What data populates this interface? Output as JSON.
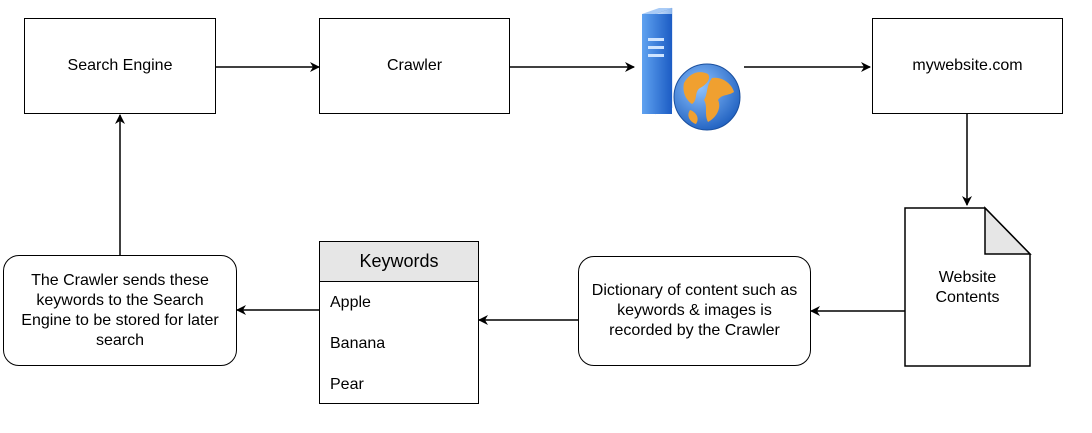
{
  "nodes": {
    "search_engine": "Search Engine",
    "crawler": "Crawler",
    "website": "mywebsite.com",
    "website_contents_line1": "Website",
    "website_contents_line2": "Contents",
    "dictionary": "Dictionary of content such as keywords & images is recorded by the Crawler",
    "crawler_sends": "The Crawler sends these keywords to the Search Engine to be stored for later search"
  },
  "keywords": {
    "title": "Keywords",
    "items": [
      "Apple",
      "Banana",
      "Pear"
    ]
  },
  "icons": {
    "server_globe": "web-server-globe-icon"
  },
  "colors": {
    "stroke": "#000000",
    "header_fill": "#e6e6e6",
    "server_blue": "#2a6fd6",
    "globe_orange": "#f0a030",
    "globe_blue": "#3a7fd0"
  }
}
